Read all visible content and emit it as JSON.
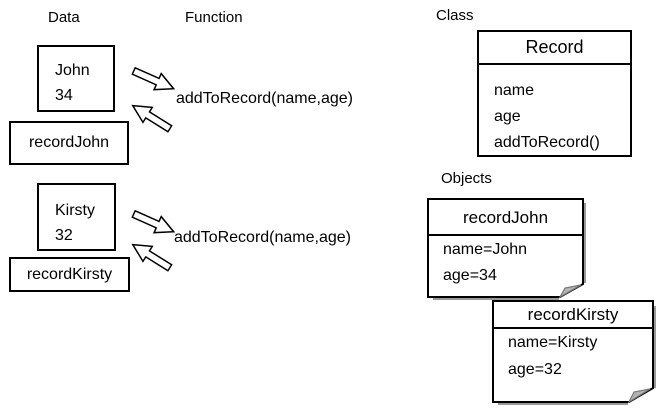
{
  "labels": {
    "data": "Data",
    "function": "Function",
    "class": "Class",
    "objects": "Objects"
  },
  "data_boxes": [
    {
      "lines": [
        "John",
        "34"
      ]
    },
    {
      "lines": [
        "Kirsty",
        "32"
      ]
    }
  ],
  "result_boxes": [
    {
      "label": "recordJohn"
    },
    {
      "label": "recordKirsty"
    }
  ],
  "function_calls": [
    {
      "text": "addToRecord(name,age)"
    },
    {
      "text": "addToRecord(name,age)"
    }
  ],
  "class_box": {
    "title": "Record",
    "members": [
      "name",
      "age",
      "addToRecord()"
    ]
  },
  "object_boxes": [
    {
      "title": "recordJohn",
      "fields": [
        "name=John",
        "age=34"
      ]
    },
    {
      "title": "recordKirsty",
      "fields": [
        "name=Kirsty",
        "age=32"
      ]
    }
  ],
  "colors": {
    "line": "#000000",
    "background": "#ffffff",
    "fold_fill": "#b3b3b3",
    "fold_edge": "#777777",
    "shadow": "#999999"
  }
}
